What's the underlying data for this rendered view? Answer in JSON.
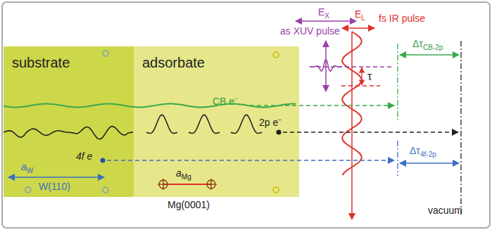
{
  "diagram": {
    "nodes": [
      {
        "text": [
          "substrate"
        ]
      },
      {
        "text": [
          "adsorbate"
        ]
      }
    ],
    "labels": [
      "CB e⁻",
      "2p e⁻",
      "4f e",
      "aW",
      "W(110)",
      "aMg",
      "Mg(0001)",
      "as XUV pulse",
      "EX",
      "EL",
      "fs IR pulse",
      "τ",
      "ΔτCB-2p",
      "Δτ4f-2p",
      "vacuum"
    ]
  }
}
